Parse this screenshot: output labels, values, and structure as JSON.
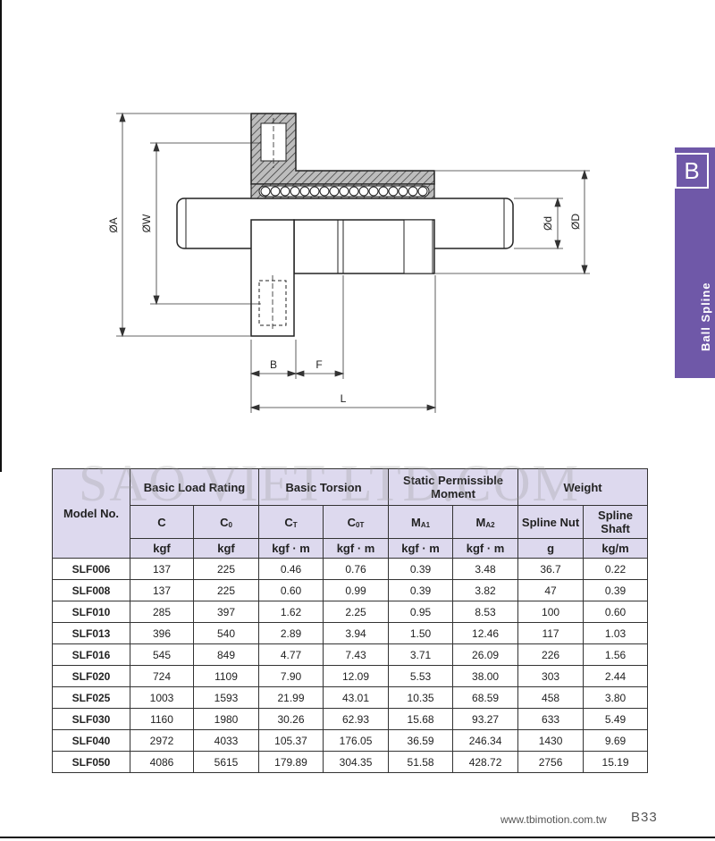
{
  "side_tab": {
    "letter": "B",
    "label": "Ball Spline"
  },
  "drawing_labels": {
    "dim_A": "ØA",
    "dim_W": "ØW",
    "dim_d": "Ød",
    "dim_D": "ØD",
    "dim_B": "B",
    "dim_F": "F",
    "dim_L": "L"
  },
  "watermark": "SAO VIET LTD.COM",
  "table": {
    "model_header": "Model No.",
    "groups": {
      "basic_load": "Basic Load Rating",
      "basic_torsion": "Basic Torsion",
      "static_moment": "Static Permissible Moment",
      "weight": "Weight"
    },
    "columns": [
      {
        "main": "C",
        "sub": ""
      },
      {
        "main": "C",
        "sub": "0"
      },
      {
        "main": "C",
        "sub": "T"
      },
      {
        "main": "C",
        "sub": "0T"
      },
      {
        "main": "M",
        "sub": "A1"
      },
      {
        "main": "M",
        "sub": "A2"
      },
      {
        "main": "Spline Nut",
        "sub": ""
      },
      {
        "main": "Spline Shaft",
        "sub": ""
      }
    ],
    "units": [
      "kgf",
      "kgf",
      "kgf · m",
      "kgf · m",
      "kgf · m",
      "kgf · m",
      "g",
      "kg/m"
    ],
    "rows": [
      [
        "SLF006",
        "137",
        "225",
        "0.46",
        "0.76",
        "0.39",
        "3.48",
        "36.7",
        "0.22"
      ],
      [
        "SLF008",
        "137",
        "225",
        "0.60",
        "0.99",
        "0.39",
        "3.82",
        "47",
        "0.39"
      ],
      [
        "SLF010",
        "285",
        "397",
        "1.62",
        "2.25",
        "0.95",
        "8.53",
        "100",
        "0.60"
      ],
      [
        "SLF013",
        "396",
        "540",
        "2.89",
        "3.94",
        "1.50",
        "12.46",
        "117",
        "1.03"
      ],
      [
        "SLF016",
        "545",
        "849",
        "4.77",
        "7.43",
        "3.71",
        "26.09",
        "226",
        "1.56"
      ],
      [
        "SLF020",
        "724",
        "1109",
        "7.90",
        "12.09",
        "5.53",
        "38.00",
        "303",
        "2.44"
      ],
      [
        "SLF025",
        "1003",
        "1593",
        "21.99",
        "43.01",
        "10.35",
        "68.59",
        "458",
        "3.80"
      ],
      [
        "SLF030",
        "1160",
        "1980",
        "30.26",
        "62.93",
        "15.68",
        "93.27",
        "633",
        "5.49"
      ],
      [
        "SLF040",
        "2972",
        "4033",
        "105.37",
        "176.05",
        "36.59",
        "246.34",
        "1430",
        "9.69"
      ],
      [
        "SLF050",
        "4086",
        "5615",
        "179.89",
        "304.35",
        "51.58",
        "428.72",
        "2756",
        "15.19"
      ]
    ]
  },
  "footer": {
    "url": "www.tbimotion.com.tw",
    "page": "B33"
  }
}
